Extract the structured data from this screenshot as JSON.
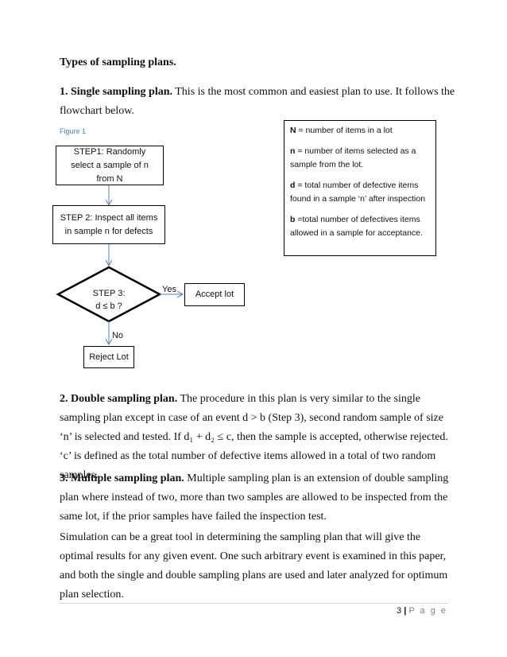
{
  "heading": "Types of sampling plans.",
  "section1": {
    "title": "1. Single sampling plan.",
    "text": " This is the most common and easiest plan to use. It follows the flowchart below."
  },
  "figure": {
    "caption": "Figure 1",
    "step1": "STEP1: Randomly select a sample of n from N",
    "step2": "STEP 2: Inspect all items in sample n for defects",
    "step3_line1": "STEP 3:",
    "step3_line2": "d ≤ b ?",
    "yes_label": "Yes",
    "no_label": "No",
    "accept": "Accept lot",
    "reject": "Reject Lot"
  },
  "legend": {
    "n_big_key": "N",
    "n_big_text": " = number of items in a lot",
    "n_key": "n",
    "n_text": " = number of items selected as a sample from the lot.",
    "d_key": "d",
    "d_text": " = total number of defective items found in a sample ‘n’ after inspection",
    "b_key": "b",
    "b_text": " =total number of defectives items allowed in a sample for acceptance."
  },
  "section2": {
    "title": "2. Double sampling plan.",
    "text": " The procedure in this plan is very similar to the single sampling plan except in case of an event d > b (Step 3), second random sample of size ‘n’ is selected and tested. If d₁ + d₂ ≤ c, then the sample is accepted, otherwise rejected. ‘c’ is defined as the total number of defective items allowed in a total of two random samples."
  },
  "section3": {
    "title": "3. Multiple sampling plan.",
    "text": " Multiple sampling plan is an extension of double sampling plan where instead of two, more than two samples are allowed to be inspected from the same lot, if the prior samples have failed the inspection test."
  },
  "closing": "Simulation can be a great tool in determining the sampling plan that will give the optimal results for any given event. One such arbitrary event is examined in this paper, and both the single and double sampling plans are used and later analyzed for optimum plan selection.",
  "footer": {
    "page_number": "3",
    "separator": "|",
    "page_word": "P a g e"
  }
}
